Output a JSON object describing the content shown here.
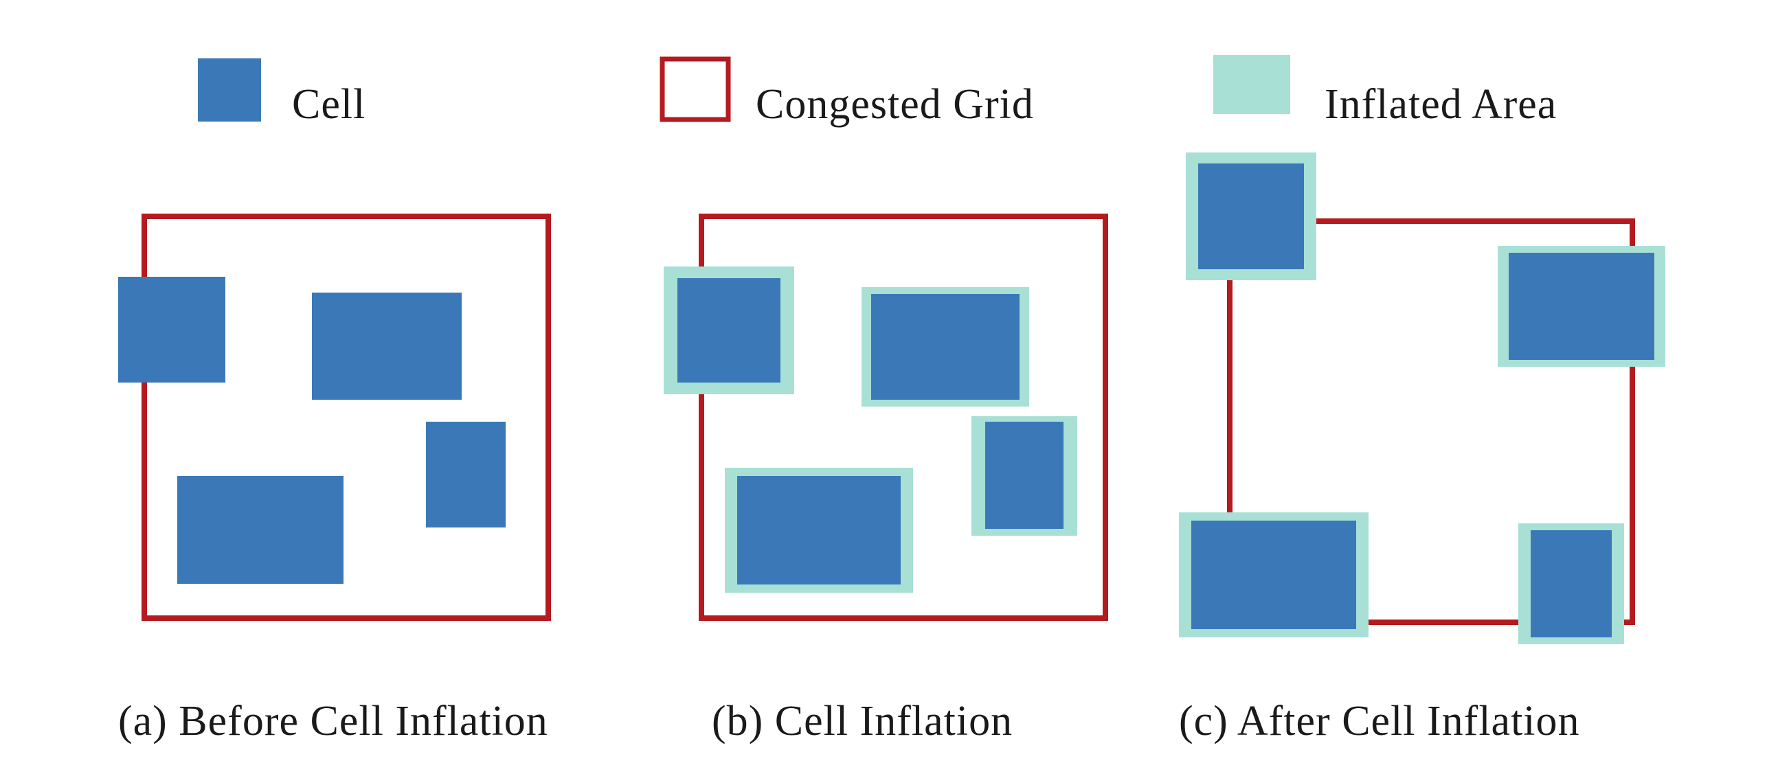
{
  "legend": {
    "cell_label": "Cell",
    "congested_label": "Congested Grid",
    "inflated_label": "Inflated Area"
  },
  "captions": {
    "a": "(a) Before Cell Inflation",
    "b": "(b) Cell Inflation",
    "c": "(c) After Cell Inflation"
  },
  "colors": {
    "cell": "#3a78b8",
    "grid_border": "#b51a1f",
    "inflated": "#a8e0d6",
    "text": "#1a1a1a"
  }
}
